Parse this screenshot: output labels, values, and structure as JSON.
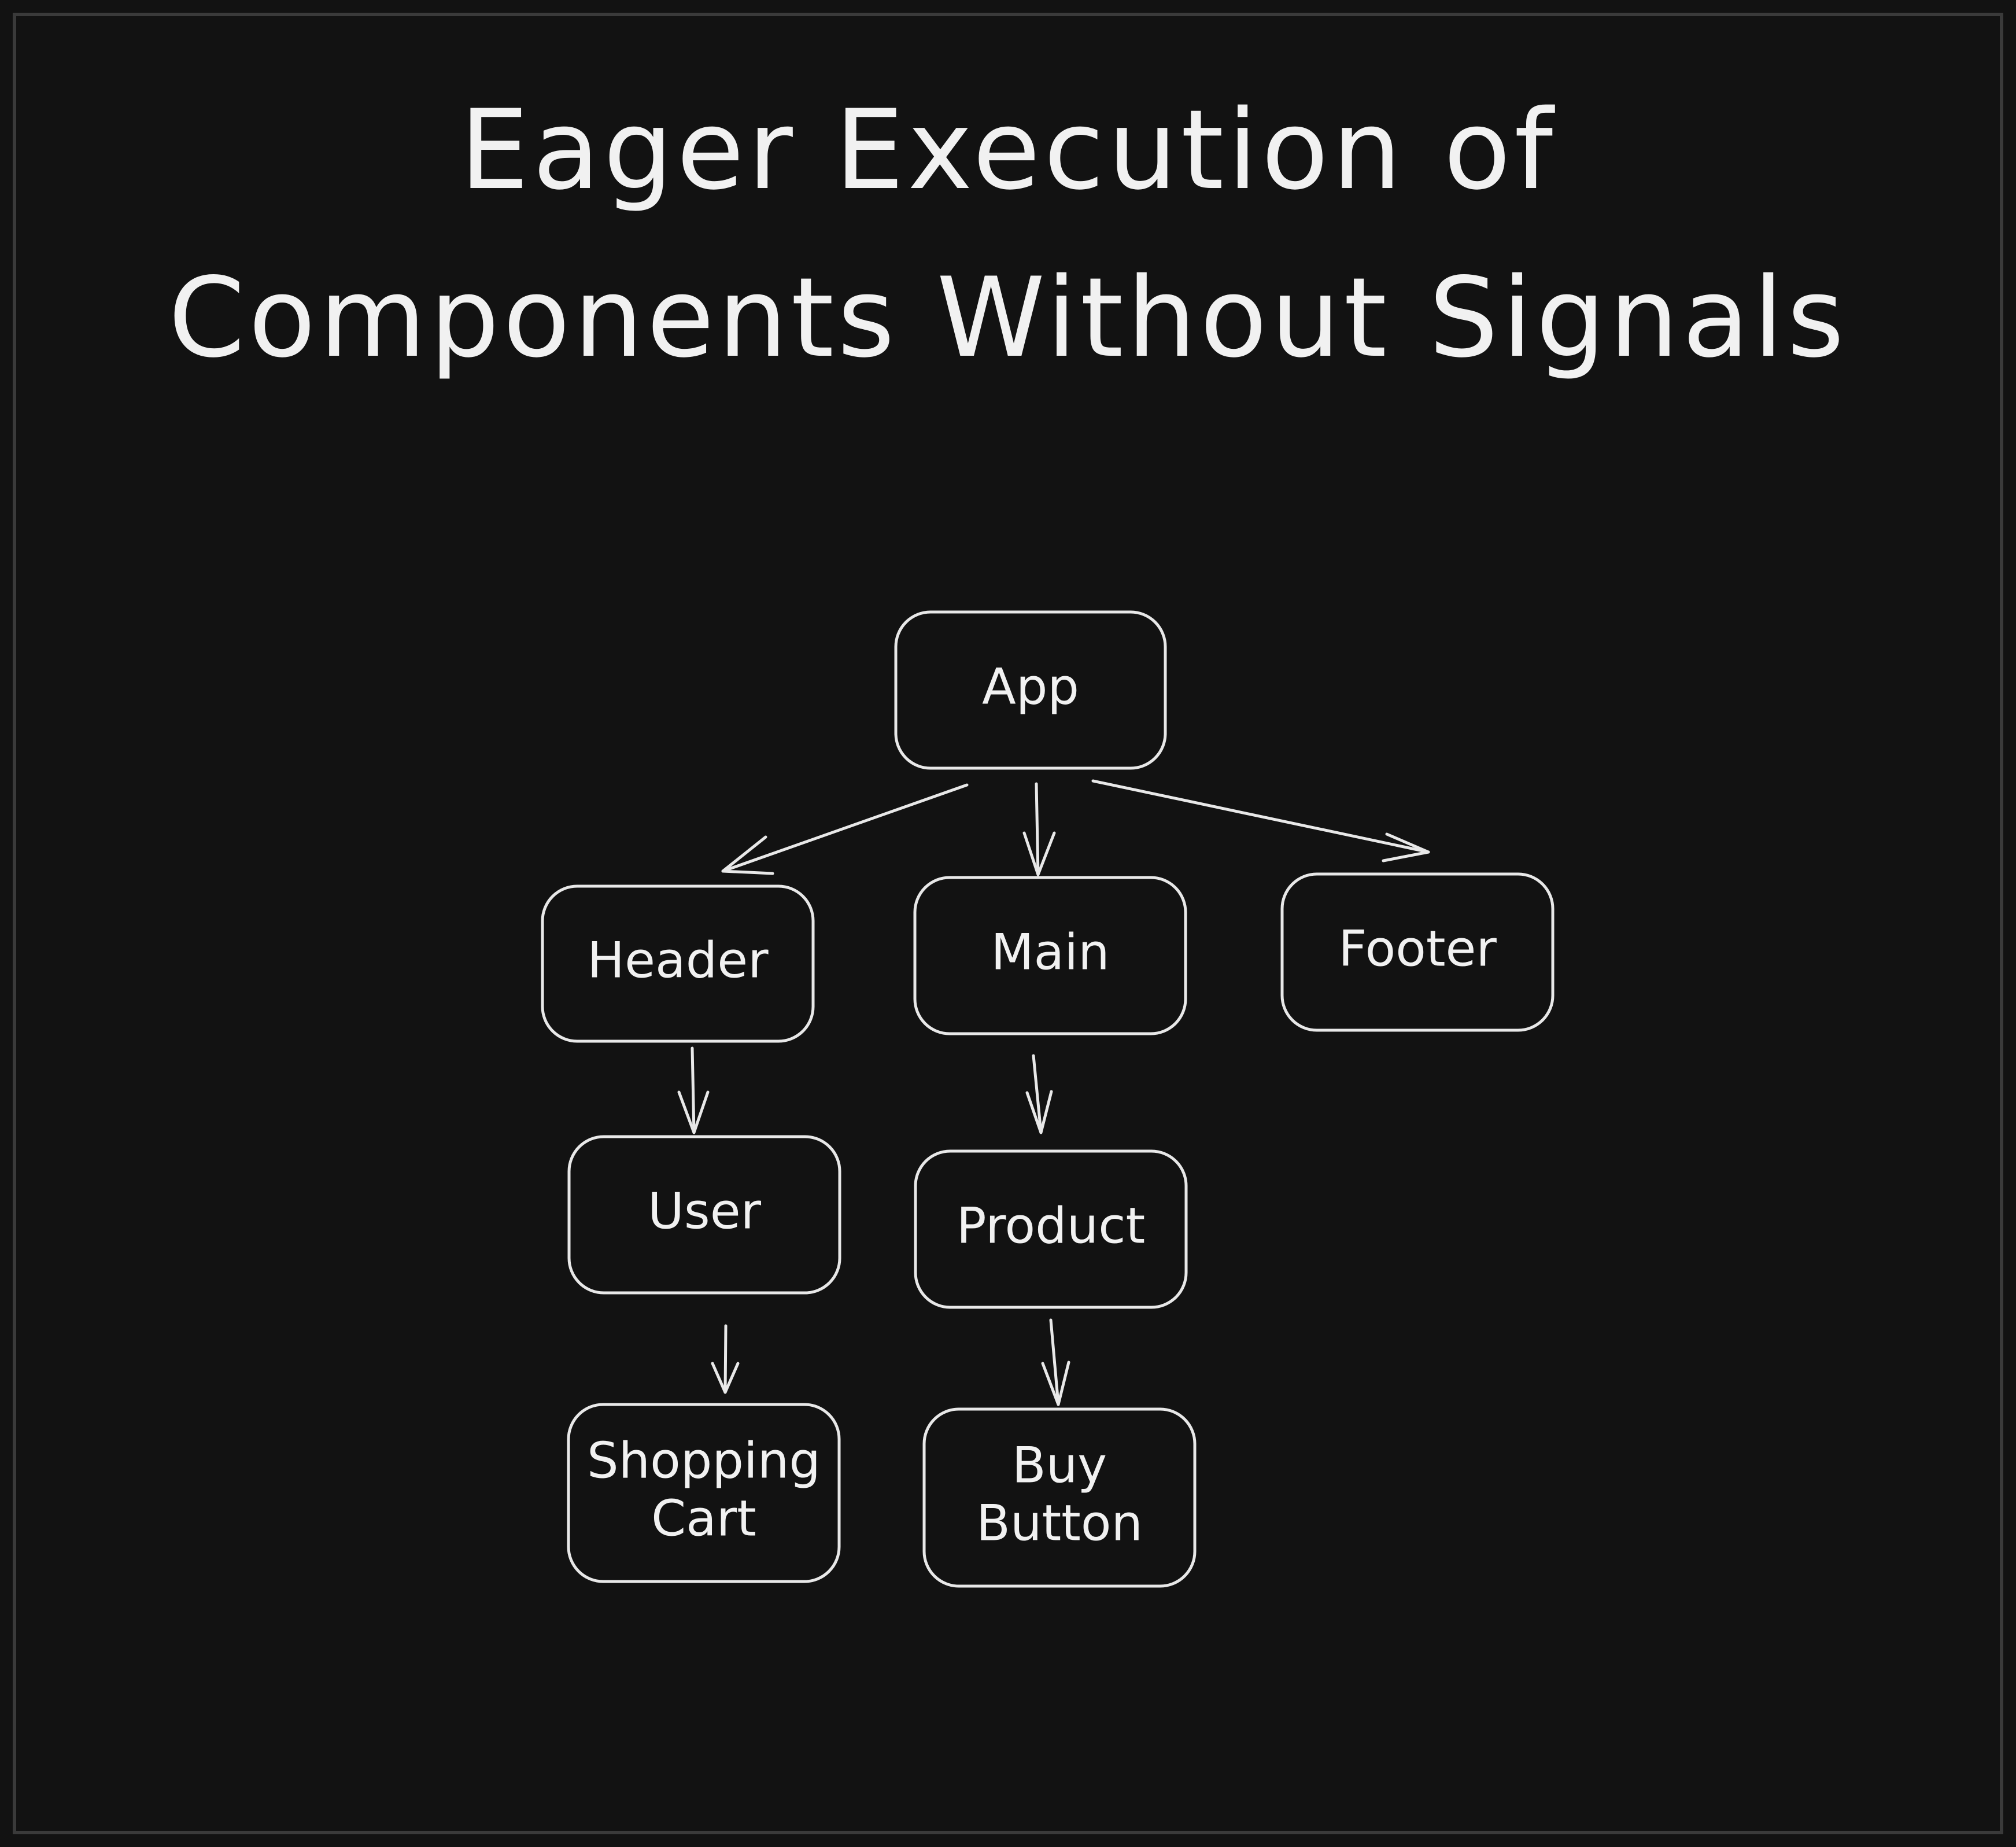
{
  "diagram": {
    "title_line_1": "Eager Execution of",
    "title_line_2": "Components Without Signals",
    "nodes": [
      {
        "id": "app",
        "label_lines": [
          "App"
        ]
      },
      {
        "id": "header",
        "label_lines": [
          "Header"
        ]
      },
      {
        "id": "main",
        "label_lines": [
          "Main"
        ]
      },
      {
        "id": "footer",
        "label_lines": [
          "Footer"
        ]
      },
      {
        "id": "user",
        "label_lines": [
          "User"
        ]
      },
      {
        "id": "product",
        "label_lines": [
          "Product"
        ]
      },
      {
        "id": "shopping-cart",
        "label_lines": [
          "Shopping",
          "Cart"
        ]
      },
      {
        "id": "buy-button",
        "label_lines": [
          "Buy",
          "Button"
        ]
      }
    ],
    "edges": [
      {
        "from": "app",
        "to": "header"
      },
      {
        "from": "app",
        "to": "main"
      },
      {
        "from": "app",
        "to": "footer"
      },
      {
        "from": "header",
        "to": "user"
      },
      {
        "from": "main",
        "to": "product"
      },
      {
        "from": "user",
        "to": "shopping-cart"
      },
      {
        "from": "product",
        "to": "buy-button"
      }
    ],
    "colors": {
      "background": "#121212",
      "stroke": "#e8e8e8",
      "text": "#f1f1f1",
      "frame": "#3a3a3a"
    }
  }
}
